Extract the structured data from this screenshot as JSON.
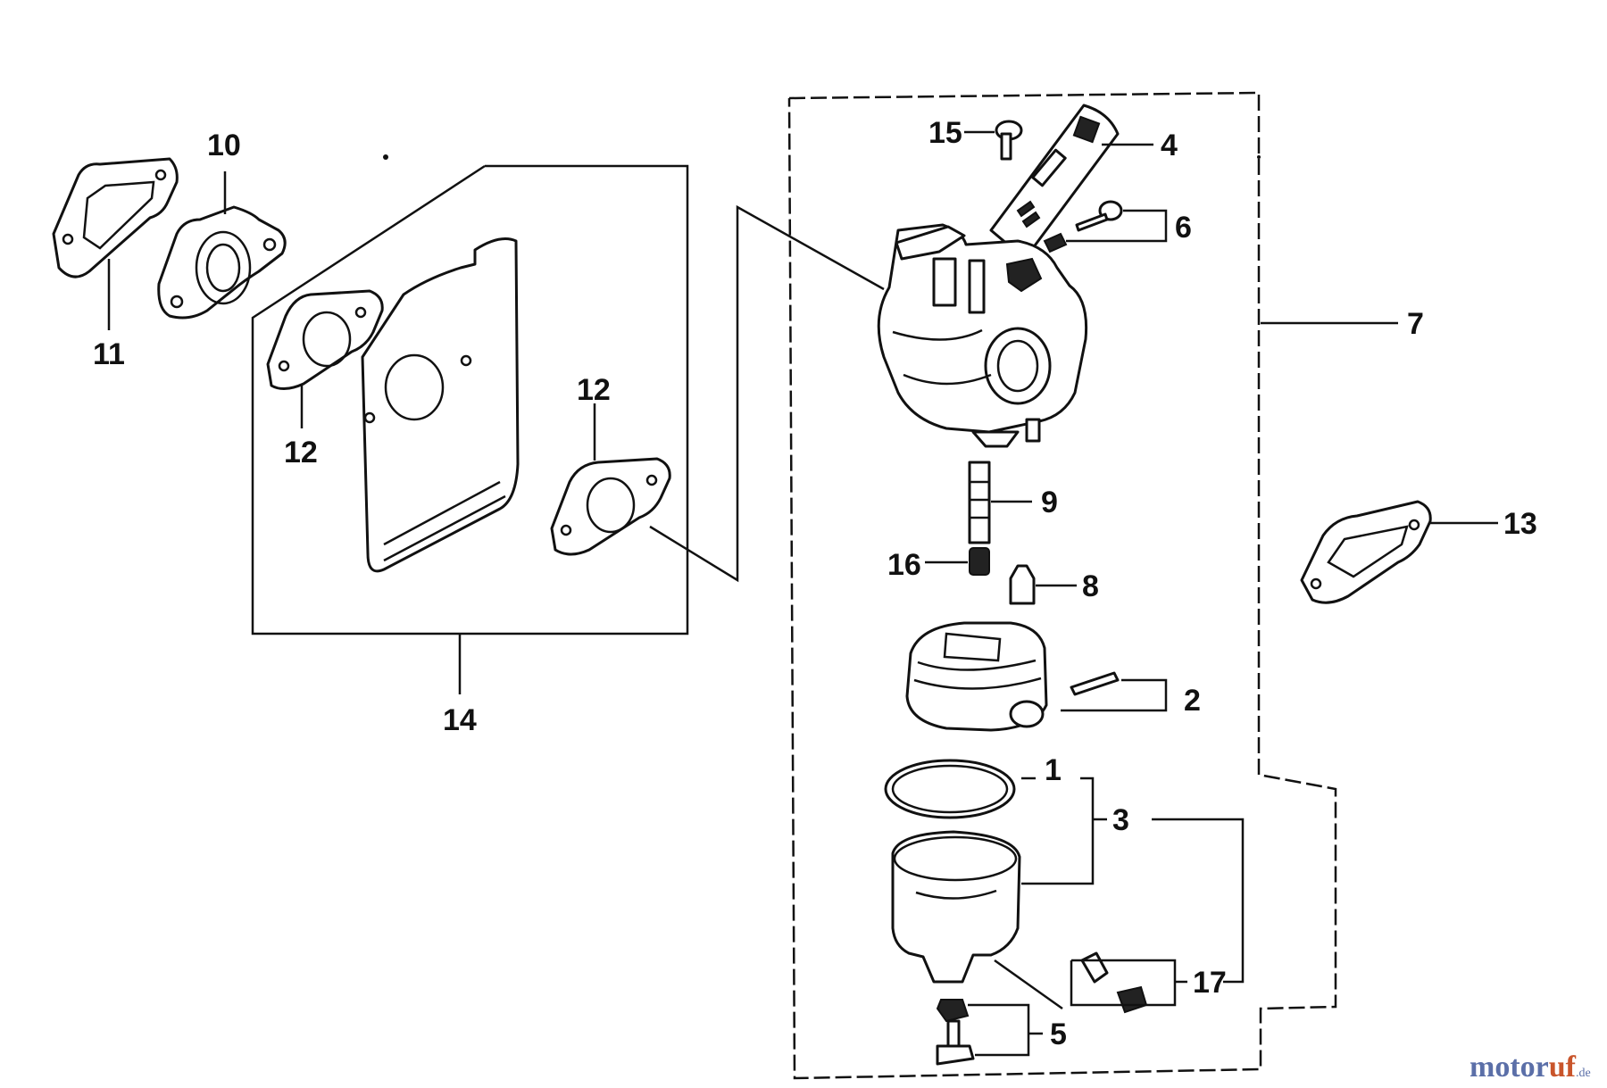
{
  "diagram": {
    "callouts": {
      "c1": "1",
      "c2": "2",
      "c3": "3",
      "c4": "4",
      "c5": "5",
      "c6": "6",
      "c7": "7",
      "c8": "8",
      "c9": "9",
      "c10": "10",
      "c11": "11",
      "c12a": "12",
      "c12b": "12",
      "c13": "13",
      "c14": "14",
      "c15": "15",
      "c16": "16",
      "c17": "17"
    }
  },
  "watermark": {
    "part1": "motor",
    "part2": "uf",
    "suffix": ".de"
  }
}
